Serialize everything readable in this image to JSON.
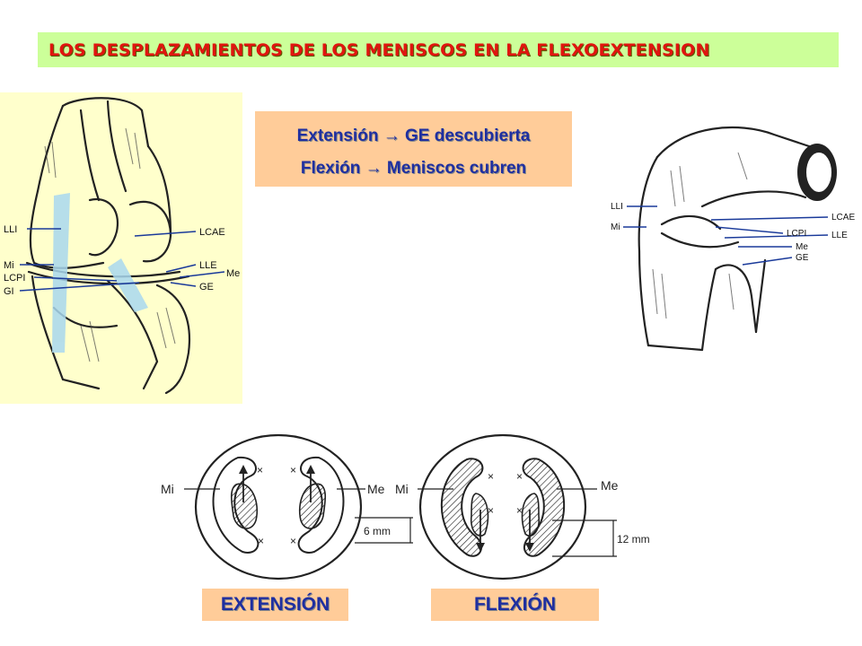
{
  "title": "LOS DESPLAZAMIENTOS DE LOS MENISCOS EN LA FLEXOEXTENSION",
  "caption": {
    "line1": "Extensión → GE descubierta",
    "line2": "Flexión → Meniscos cubren"
  },
  "left_figure": {
    "labels": {
      "lli": "LLI",
      "mi": "Mi",
      "lcpi": "LCPI",
      "gi": "GI",
      "lcae": "LCAE",
      "lle": "LLE",
      "me": "Me",
      "ge": "GE"
    }
  },
  "right_figure": {
    "labels": {
      "lli": "LLI",
      "mi": "Mi",
      "lcae": "LCAE",
      "lcpi": "LCPI",
      "lle": "LLE",
      "me": "Me",
      "ge": "GE"
    }
  },
  "menisci_figure": {
    "labels": {
      "mi_left": "Mi",
      "me_left": "Me",
      "mi_right": "Mi",
      "me_right": "Me",
      "dist_ext": "6 mm",
      "dist_flex": "12 mm"
    }
  },
  "bottom_labels": {
    "extension": "EXTENSIÓN",
    "flexion": "FLEXIÓN"
  },
  "colors": {
    "title_bg": "#ccff99",
    "title_text": "#e0150f",
    "caption_bg": "#ffcc99",
    "caption_text": "#1f2fa0",
    "left_panel_bg": "#ffffcc",
    "ligament_blue": "#a9d8ee",
    "leader_blue": "#1a3a9a"
  }
}
